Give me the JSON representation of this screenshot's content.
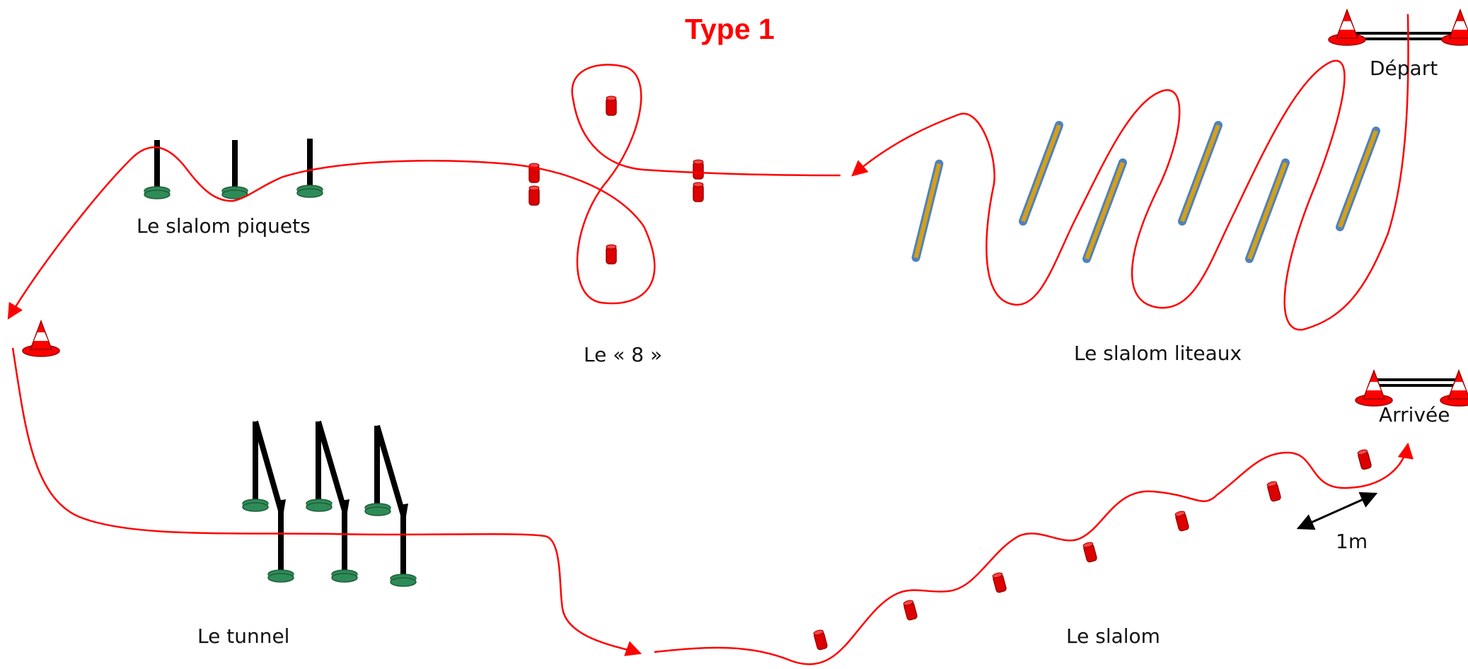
{
  "title": "Type 1",
  "labels": {
    "depart": "Départ",
    "arrivee": "Arrivée",
    "slalom_piquets": "Le slalom piquets",
    "huit": "Le « 8 »",
    "slalom_liteaux": "Le slalom liteaux",
    "tunnel": "Le tunnel",
    "slalom": "Le slalom",
    "distance": "1m"
  },
  "colors": {
    "path": "#ff0000",
    "title": "#ff0000",
    "pole": "#000000",
    "pole_base": "#2e8b57",
    "slat": "#d4a017",
    "slat_edge": "#4f81bd",
    "cone_red": "#ff0000",
    "cone_white": "#ffffff",
    "marker_red": "#dd0000"
  },
  "icons": [
    "cone-icon",
    "pole-icon",
    "slat-icon",
    "marker-icon",
    "arrow-icon"
  ]
}
